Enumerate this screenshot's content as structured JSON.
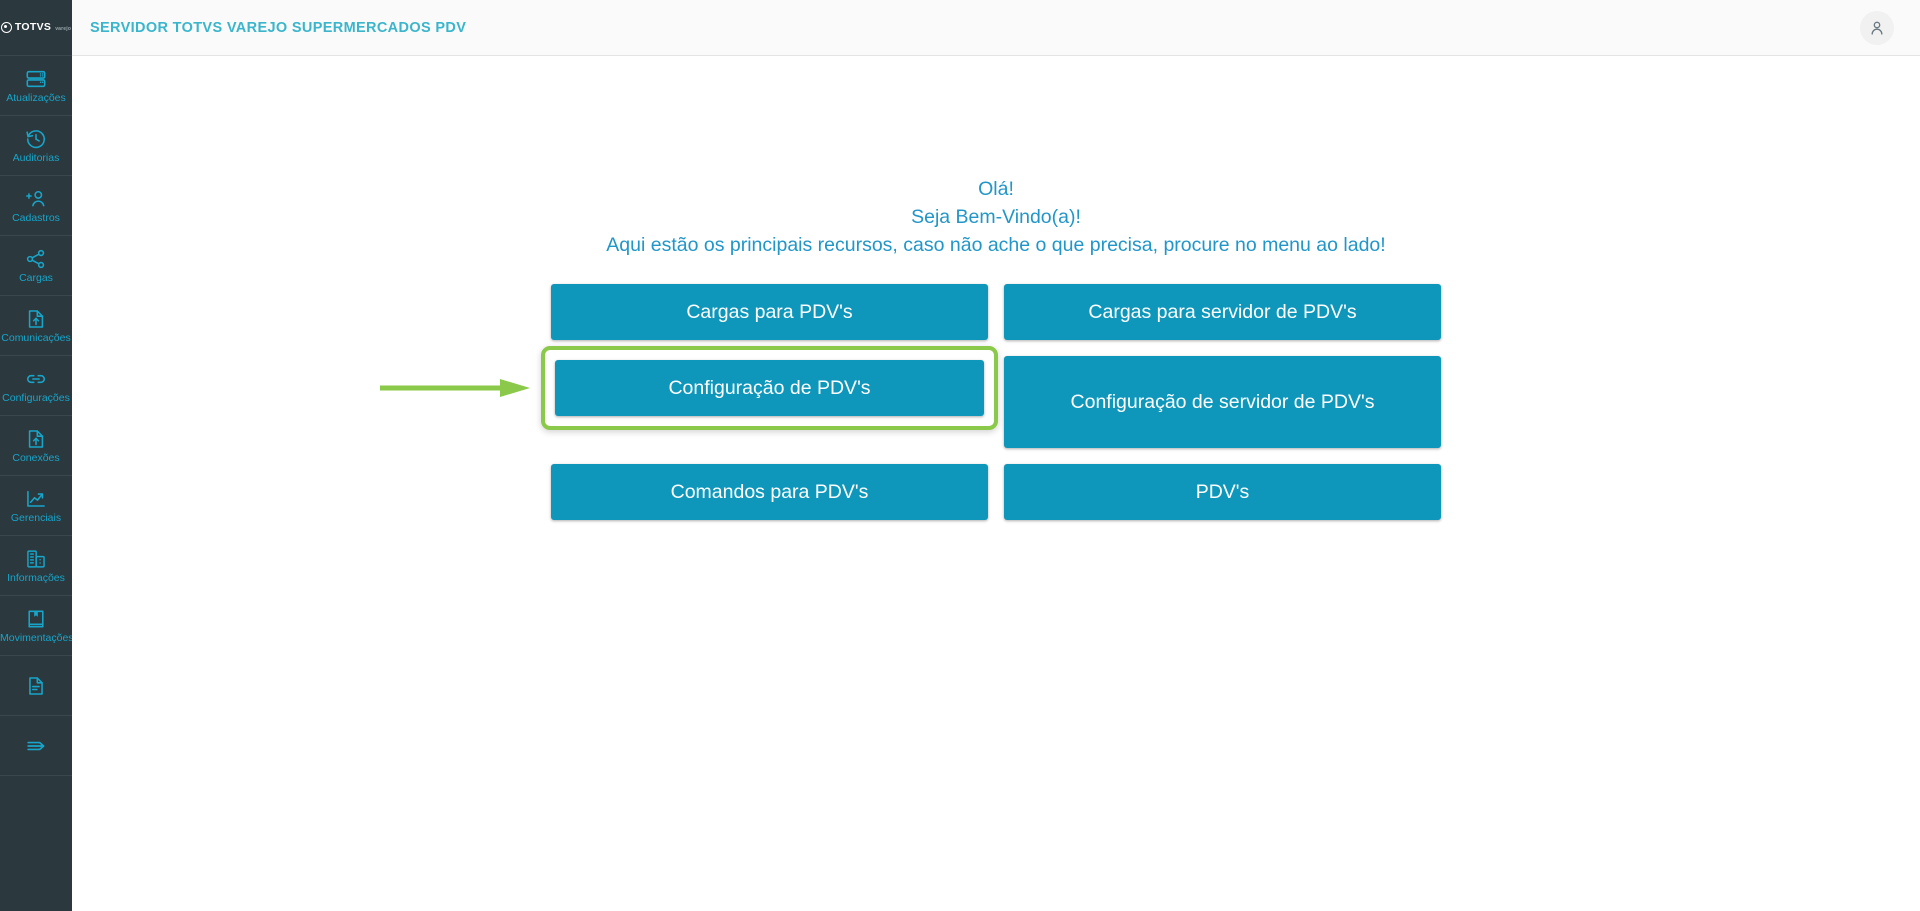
{
  "app": {
    "brand_word": "TOTVS",
    "brand_sub": "varejo",
    "logo_icon": "totvs-logo-icon"
  },
  "topbar": {
    "title": "SERVIDOR TOTVS VAREJO SUPERMERCADOS PDV",
    "avatar_icon": "user-avatar-icon",
    "background": "#fafafa",
    "title_color": "#3ab5cc"
  },
  "sidebar": {
    "background": "#2b383e",
    "accent": "#17a5c9",
    "items": [
      {
        "label": "Atualizações",
        "icon": "server-icon"
      },
      {
        "label": "Auditorias",
        "icon": "history-clock-icon"
      },
      {
        "label": "Cadastros",
        "icon": "add-user-icon"
      },
      {
        "label": "Cargas",
        "icon": "share-nodes-icon"
      },
      {
        "label": "Comunicações",
        "icon": "file-upload-icon"
      },
      {
        "label": "Configurações",
        "icon": "link-chain-icon"
      },
      {
        "label": "Conexões",
        "icon": "file-upload-icon"
      },
      {
        "label": "Gerenciais",
        "icon": "chart-line-icon"
      },
      {
        "label": "Informações",
        "icon": "building-icon"
      },
      {
        "label": "Movimentações",
        "icon": "book-bookmark-icon"
      },
      {
        "label": "",
        "icon": "document-lines-icon"
      },
      {
        "label": "",
        "icon": "expand-arrow-icon"
      }
    ]
  },
  "main": {
    "welcome": {
      "line1": "Olá!",
      "line2": "Seja Bem-Vindo(a)!",
      "line3": "Aqui estão os principais recursos, caso não ache o que precisa, procure no menu ao lado!",
      "color": "#2196c9"
    },
    "tiles": [
      {
        "label": "Cargas para PDV's",
        "column": "left",
        "row": 1,
        "highlighted": false,
        "tall": false
      },
      {
        "label": "Cargas para servidor de PDV's",
        "column": "right",
        "row": 1,
        "highlighted": false,
        "tall": false
      },
      {
        "label": "Configuração de PDV's",
        "column": "left",
        "row": 2,
        "highlighted": true,
        "tall": false
      },
      {
        "label": "Configuração de servidor de PDV's",
        "column": "right",
        "row": 2,
        "highlighted": false,
        "tall": true
      },
      {
        "label": "Comandos para PDV's",
        "column": "left",
        "row": 3,
        "highlighted": false,
        "tall": false
      },
      {
        "label": "PDV's",
        "column": "right",
        "row": 3,
        "highlighted": false,
        "tall": false
      }
    ],
    "tile_color": "#0e97bb",
    "tile_text_color": "#ffffff",
    "highlight_color": "#8bc94a",
    "pointer_arrow_icon": "green-pointer-arrow-icon"
  }
}
